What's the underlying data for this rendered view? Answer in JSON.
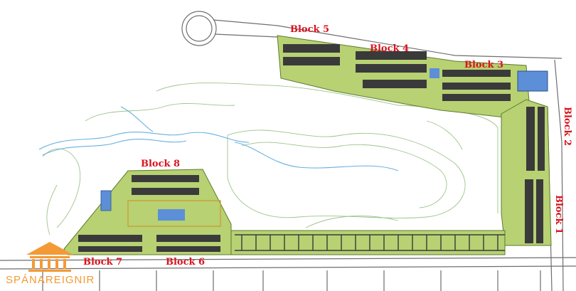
{
  "map": {
    "blocks": [
      {
        "id": "block1",
        "label": "Block 1"
      },
      {
        "id": "block2",
        "label": "Block 2"
      },
      {
        "id": "block3",
        "label": "Block 3"
      },
      {
        "id": "block4",
        "label": "Block 4"
      },
      {
        "id": "block5",
        "label": "Block 5"
      },
      {
        "id": "block6",
        "label": "Block 6"
      },
      {
        "id": "block7",
        "label": "Block 7"
      },
      {
        "id": "block8",
        "label": "Block 8"
      }
    ],
    "colors": {
      "green_area": "#b7d173",
      "building": "#3a3a3a",
      "pool": "#5c8fd8",
      "river": "#66b0e0",
      "contour": "#9cc48a",
      "road": "#6e6e6e",
      "label": "#d8141e",
      "logo": "#f39a36"
    },
    "logo": {
      "text": "SPÁNAREIGNIR",
      "icon": "house-columns-icon"
    }
  }
}
